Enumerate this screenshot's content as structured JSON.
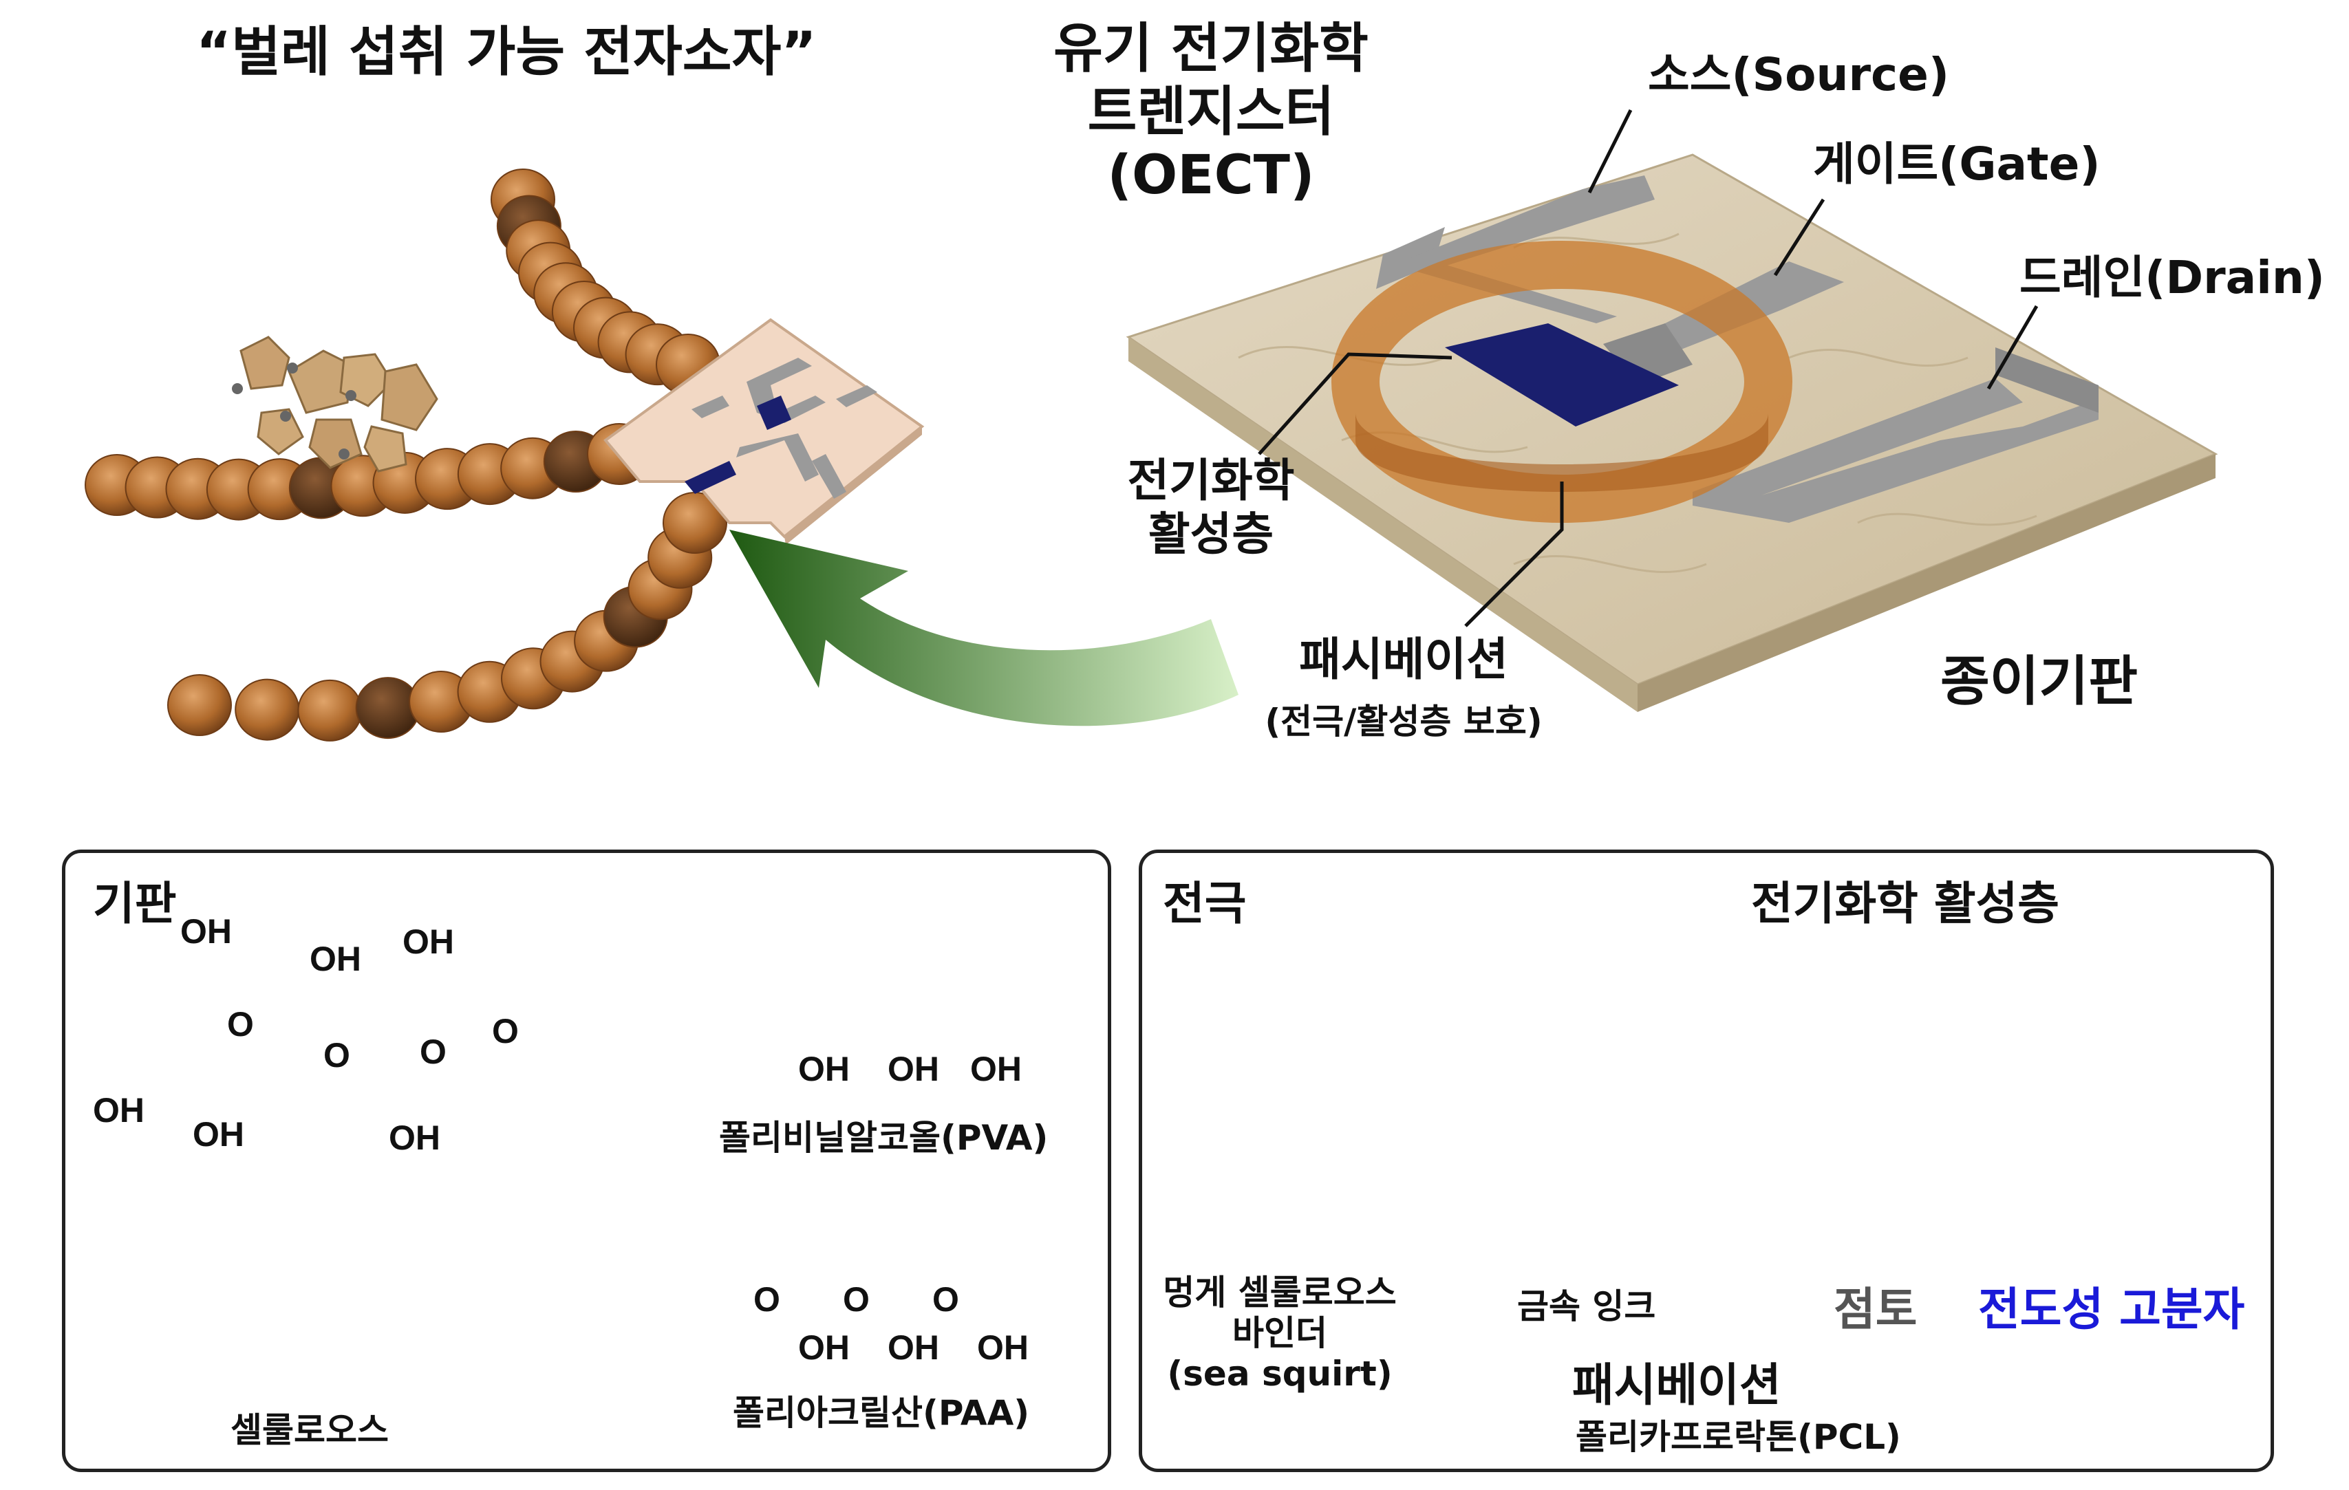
{
  "top": {
    "edible_title": "“벌레 섭취 가능 전자소자”",
    "oect_title": [
      "유기 전기화학",
      "트렌지스터",
      "(OECT)"
    ],
    "source_label": "소스(Source)",
    "gate_label": "게이트(Gate)",
    "drain_label": "드레인(Drain)",
    "active_layer_label": [
      "전기화학",
      "활성층"
    ],
    "passivation_label": "패시베이션",
    "passivation_sub": "(전극/활성층 보호)",
    "substrate_label": "종이기판"
  },
  "left_panel": {
    "title": "기판",
    "cellobiose": {
      "groups": [
        "OH",
        "OH",
        "OH",
        "OH",
        "OH",
        "OH",
        "O",
        "O",
        "O",
        "O"
      ]
    },
    "pva": {
      "groups": [
        "OH",
        "OH",
        "OH"
      ],
      "name": "폴리비닐알코올(PVA)"
    },
    "paa": {
      "groups": [
        "O",
        "O",
        "O",
        "OH",
        "OH",
        "OH"
      ],
      "name": "폴리아크릴산(PAA)"
    },
    "cellulose_label": "셀룰로오스"
  },
  "right_panel": {
    "title": "전극",
    "active_title": "전기화학 활성층",
    "binder_label": [
      "멍게 셀룰로오스",
      "바인더",
      "(sea squirt)"
    ],
    "ink_label": "금속 잉크",
    "clay_label": "점토",
    "polymer_label": "전도성 고분자",
    "passivation_title": "패시베이션",
    "pcl_label": "폴리카프로락톤(PCL)"
  },
  "colors": {
    "worm": "#b06a2c",
    "worm_dark": "#5a3418",
    "electrode_gray": "#9a9a9a",
    "active_navy": "#1a1f6e",
    "passivation_orange": "#c8782a",
    "paper": "#d9cdb4",
    "arrow_green": "#2e6b1e",
    "polymer_blue": "#3a3acc",
    "fiber_teal": "#7fcfc4",
    "label_blue": "#1a1ad8",
    "label_gray": "#555555"
  }
}
